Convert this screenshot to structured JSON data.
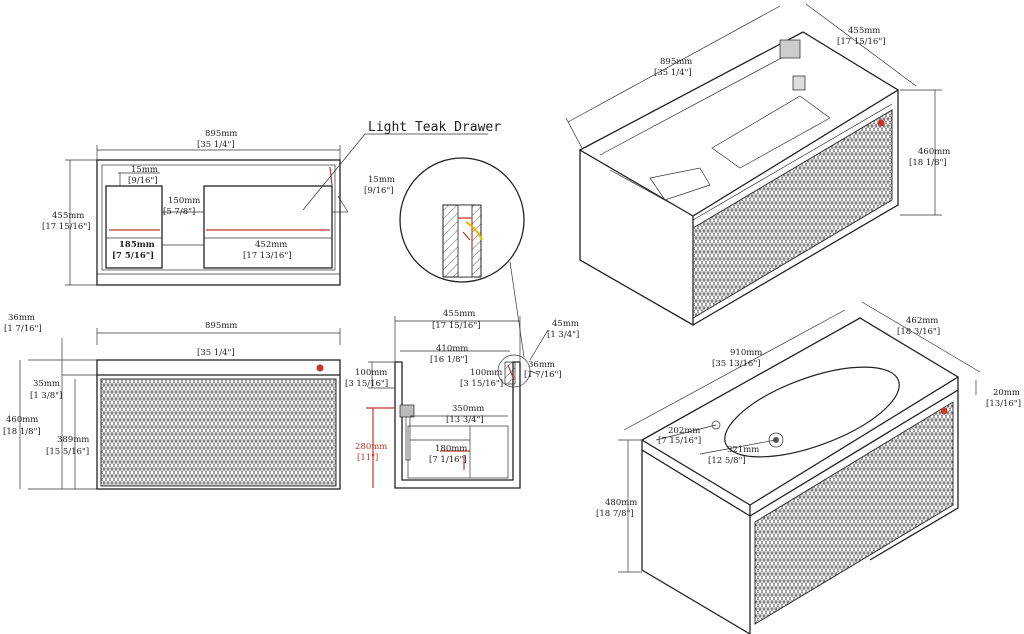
{
  "drawing_title": "Light Teak Drawer",
  "top_view": {
    "width_mm": "895mm",
    "width_in": "[35 1/4\"]",
    "height_mm": "455mm",
    "height_in": "[17 15/16\"]",
    "left_inset_mm": "15mm",
    "left_inset_in": "[9/16\"]",
    "right_inset_mm": "15mm",
    "right_inset_in": "[9/16\"]",
    "divider_mm": "150mm",
    "divider_in": "[5 7/8\"]",
    "small_drawer_mm": "185mm",
    "small_drawer_in": "[7 5/16\"]",
    "large_drawer_mm": "452mm",
    "large_drawer_in": "[17 13/16\"]"
  },
  "front_view": {
    "width_mm": "895mm",
    "width_in": "[35 1/4\"]",
    "top_mm": "36mm",
    "top_in": "[1 7/16\"]",
    "band_mm": "35mm",
    "band_in": "[1 3/8\"]",
    "height_mm": "460mm",
    "height_in": "[18 1/8\"]",
    "drawer_mm": "389mm",
    "drawer_in": "[15 5/16\"]"
  },
  "side_view": {
    "depth_mm": "455mm",
    "depth_in": "[17 15/16\"]",
    "inner_mm": "410mm",
    "inner_in": "[16 1/8\"]",
    "left_mm": "100mm",
    "left_in": "[3 15/16\"]",
    "right_mm": "100mm",
    "right_in": "[3 15/16\"]",
    "rail_mm": "45mm",
    "rail_in": "[1 3/4\"]",
    "small_mm": "36mm",
    "small_in": "[1 7/16\"]",
    "bottom_mm": "350mm",
    "bottom_in": "[13 3/4\"]",
    "slot_mm": "180mm",
    "slot_in": "[7 1/16\"]",
    "height_mm": "280mm",
    "height_in": "[11\"]"
  },
  "iso_open": {
    "width_mm": "895mm",
    "width_in": "[35 1/4\"]",
    "depth_mm": "455mm",
    "depth_in": "[17 15/16\"]",
    "height_mm": "460mm",
    "height_in": "[18 1/8\"]"
  },
  "iso_basin": {
    "width_mm": "910mm",
    "width_in": "[35 13/16\"]",
    "depth_mm": "462mm",
    "depth_in": "[18 3/16\"]",
    "top_mm": "20mm",
    "top_in": "[13/16\"]",
    "tap_mm": "202mm",
    "tap_in": "[7 15/16\"]",
    "drain_mm": "321mm",
    "drain_in": "[12 5/8\"]",
    "height_mm": "480mm",
    "height_in": "[18 7/8\"]"
  }
}
